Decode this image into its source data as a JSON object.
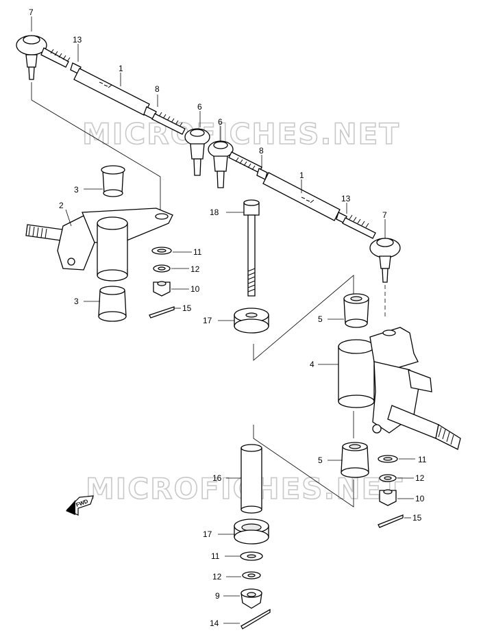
{
  "watermark": "MICROFICHES.NET",
  "fwd_label": "FWD",
  "callouts": [
    {
      "id": "c7a",
      "text": "7"
    },
    {
      "id": "c13a",
      "text": "13"
    },
    {
      "id": "c1a",
      "text": "1"
    },
    {
      "id": "c8a",
      "text": "8"
    },
    {
      "id": "c6a",
      "text": "6"
    },
    {
      "id": "c6b",
      "text": "6"
    },
    {
      "id": "c8b",
      "text": "8"
    },
    {
      "id": "c1b",
      "text": "1"
    },
    {
      "id": "c13b",
      "text": "13"
    },
    {
      "id": "c7b",
      "text": "7"
    },
    {
      "id": "c3a",
      "text": "3"
    },
    {
      "id": "c2",
      "text": "2"
    },
    {
      "id": "c3b",
      "text": "3"
    },
    {
      "id": "c18",
      "text": "18"
    },
    {
      "id": "c11a",
      "text": "11"
    },
    {
      "id": "c12a",
      "text": "12"
    },
    {
      "id": "c10a",
      "text": "10"
    },
    {
      "id": "c15a",
      "text": "15"
    },
    {
      "id": "c17a",
      "text": "17"
    },
    {
      "id": "c5a",
      "text": "5"
    },
    {
      "id": "c4",
      "text": "4"
    },
    {
      "id": "c5b",
      "text": "5"
    },
    {
      "id": "c11b",
      "text": "11"
    },
    {
      "id": "c12b",
      "text": "12"
    },
    {
      "id": "c10b",
      "text": "10"
    },
    {
      "id": "c15b",
      "text": "15"
    },
    {
      "id": "c16",
      "text": "16"
    },
    {
      "id": "c17b",
      "text": "17"
    },
    {
      "id": "c11c",
      "text": "11"
    },
    {
      "id": "c12c",
      "text": "12"
    },
    {
      "id": "c9",
      "text": "9"
    },
    {
      "id": "c14",
      "text": "14"
    }
  ]
}
